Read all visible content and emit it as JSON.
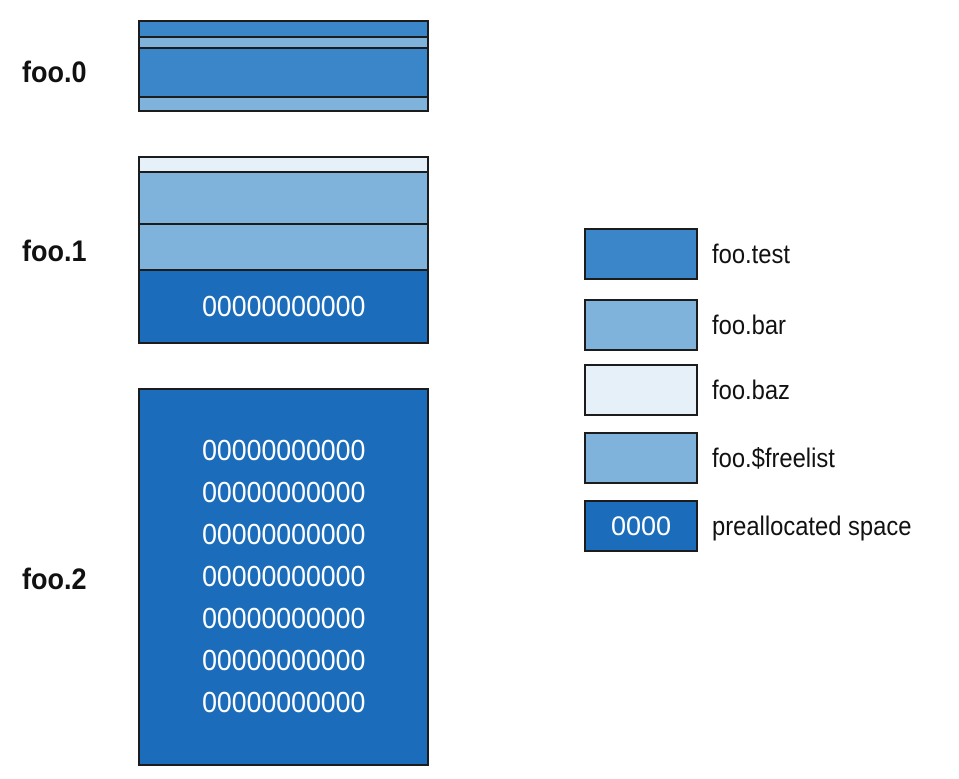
{
  "files": [
    {
      "label": "foo.0",
      "segments": [
        {
          "type": "test"
        },
        {
          "type": "free"
        },
        {
          "type": "test"
        },
        {
          "type": "free"
        }
      ]
    },
    {
      "label": "foo.1",
      "segments": [
        {
          "type": "baz"
        },
        {
          "type": "bar"
        },
        {
          "type": "bar"
        },
        {
          "type": "pre",
          "rows": [
            "00000000000"
          ]
        }
      ]
    },
    {
      "label": "foo.2",
      "segments": [
        {
          "type": "pre",
          "rows": [
            "00000000000",
            "00000000000",
            "00000000000",
            "00000000000",
            "00000000000",
            "00000000000",
            "00000000000"
          ]
        }
      ]
    }
  ],
  "legend": [
    {
      "type": "test",
      "label": "foo.test",
      "swatch_text": ""
    },
    {
      "type": "bar",
      "label": "foo.bar",
      "swatch_text": ""
    },
    {
      "type": "baz",
      "label": "foo.baz",
      "swatch_text": ""
    },
    {
      "type": "free",
      "label": "foo.$freelist",
      "swatch_text": ""
    },
    {
      "type": "pre",
      "label": "preallocated space",
      "swatch_text": "0000"
    }
  ],
  "colors": {
    "test": "#3a86c8",
    "bar": "#7fb3dc",
    "baz": "#e6f0f8",
    "free": "#7fb3dc",
    "pre": "#1b6cbb",
    "border": "#1c1c1c"
  }
}
